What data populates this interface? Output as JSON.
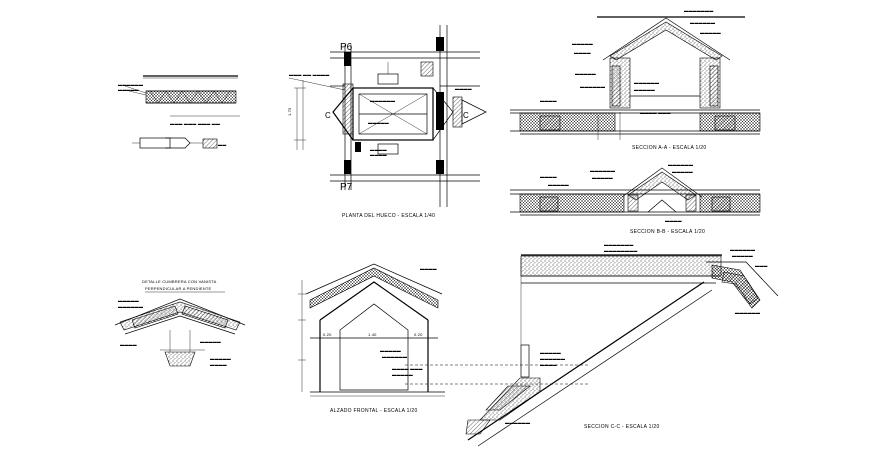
{
  "drawing": {
    "grid_labels": {
      "p6": "P6",
      "p7": "P7",
      "c_left": "C",
      "c_right": "C"
    },
    "titles": {
      "plan": "PLANTA DEL HUECO - ESCALA 1/40",
      "section_aa": "SECCION A-A - ESCALA 1/20",
      "section_bb": "SECCION B-B - ESCALA 1/20",
      "elevation": "ALZADO FRONTAL - ESCALA 1/20",
      "section_cc": "SECCION C-C - ESCALA 1/20"
    },
    "detail_title_line1": "DETALLE CUMBRERA CON VANISTA",
    "detail_title_line2": "PERPENDICULAR A PENDIENTE",
    "dims": {
      "elev_width": "1.40",
      "elev_width_right": "0.20",
      "elev_width_left": "0.20",
      "plan_dim": "1.75"
    }
  }
}
